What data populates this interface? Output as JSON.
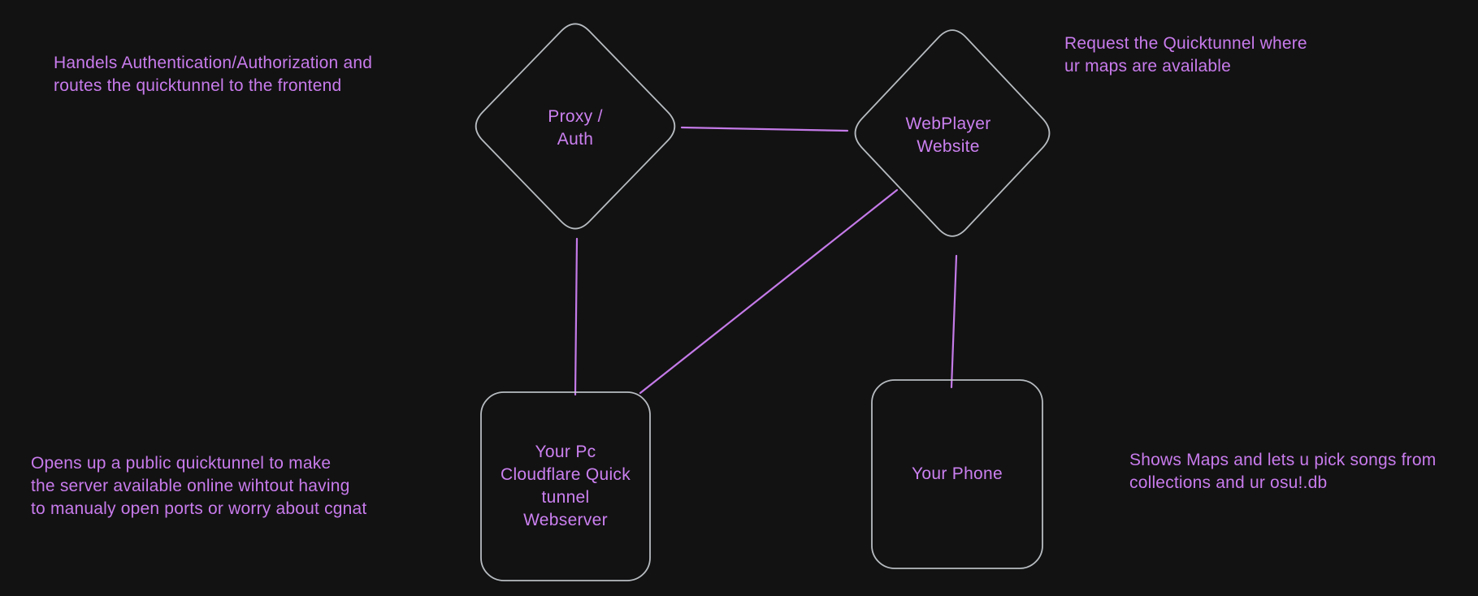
{
  "diagram": {
    "type": "node-diagram",
    "theme": {
      "background": "#121212",
      "shape_stroke_color": "#ced4da",
      "connector_color": "#c47ae8",
      "text_color": "#cb80f0"
    },
    "nodes": [
      {
        "id": "proxy-auth",
        "shape": "diamond",
        "label": "Proxy /\nAuth"
      },
      {
        "id": "webplayer-website",
        "shape": "diamond",
        "label": "WebPlayer\nWebsite"
      },
      {
        "id": "your-pc",
        "shape": "rounded-rect",
        "label": "Your Pc\nCloudflare Quick\ntunnel\nWebserver"
      },
      {
        "id": "your-phone",
        "shape": "rounded-rect",
        "label": "Your Phone"
      }
    ],
    "edges": [
      {
        "from": "proxy-auth",
        "to": "webplayer-website"
      },
      {
        "from": "proxy-auth",
        "to": "your-pc"
      },
      {
        "from": "webplayer-website",
        "to": "your-phone"
      },
      {
        "from": "your-pc",
        "to": "webplayer-website"
      }
    ],
    "annotations": {
      "top_left": "Handels Authentication/Authorization and\nroutes the quicktunnel to the frontend",
      "top_right": "Request the Quicktunnel where\nur maps are available",
      "bottom_left": "Opens up a public quicktunnel to make\nthe server available online wihtout having\nto manualy open ports or worry about cgnat",
      "bottom_right": "Shows Maps and lets u pick songs from\ncollections and ur osu!.db"
    }
  }
}
